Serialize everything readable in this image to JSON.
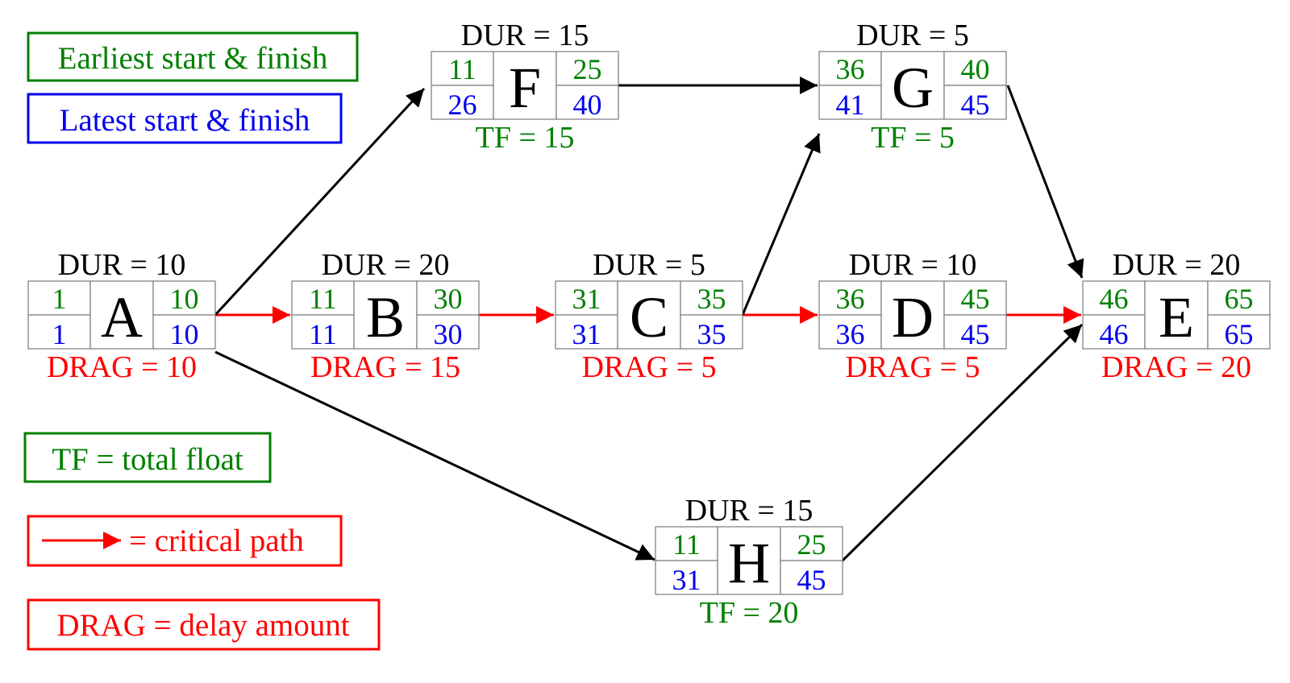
{
  "colors": {
    "early": "#008000",
    "late": "#0000ee",
    "critical": "#ff0000",
    "normal": "#000000"
  },
  "legend": {
    "earliest": "Earliest start & finish",
    "latest": "Latest start & finish",
    "total_float": "TF = total float",
    "critical_path": "= critical path",
    "drag": "DRAG = delay amount"
  },
  "nodes": {
    "A": {
      "label": "A",
      "duration": "DUR = 10",
      "es": "1",
      "ef": "10",
      "ls": "1",
      "lf": "10",
      "note": "DRAG = 10",
      "critical": true
    },
    "B": {
      "label": "B",
      "duration": "DUR = 20",
      "es": "11",
      "ef": "30",
      "ls": "11",
      "lf": "30",
      "note": "DRAG = 15",
      "critical": true
    },
    "C": {
      "label": "C",
      "duration": "DUR = 5",
      "es": "31",
      "ef": "35",
      "ls": "31",
      "lf": "35",
      "note": "DRAG = 5",
      "critical": true
    },
    "D": {
      "label": "D",
      "duration": "DUR = 10",
      "es": "36",
      "ef": "45",
      "ls": "36",
      "lf": "45",
      "note": "DRAG = 5",
      "critical": true
    },
    "E": {
      "label": "E",
      "duration": "DUR = 20",
      "es": "46",
      "ef": "65",
      "ls": "46",
      "lf": "65",
      "note": "DRAG = 20",
      "critical": true
    },
    "F": {
      "label": "F",
      "duration": "DUR = 15",
      "es": "11",
      "ef": "25",
      "ls": "26",
      "lf": "40",
      "note": "TF = 15",
      "critical": false
    },
    "G": {
      "label": "G",
      "duration": "DUR = 5",
      "es": "36",
      "ef": "40",
      "ls": "41",
      "lf": "45",
      "note": "TF = 5",
      "critical": false
    },
    "H": {
      "label": "H",
      "duration": "DUR = 15",
      "es": "11",
      "ef": "25",
      "ls": "31",
      "lf": "45",
      "note": "TF = 20",
      "critical": false
    }
  },
  "edges": [
    {
      "from": "A",
      "to": "B",
      "critical": true
    },
    {
      "from": "B",
      "to": "C",
      "critical": true
    },
    {
      "from": "C",
      "to": "D",
      "critical": true
    },
    {
      "from": "D",
      "to": "E",
      "critical": true
    },
    {
      "from": "A",
      "to": "F",
      "critical": false
    },
    {
      "from": "F",
      "to": "G",
      "critical": false
    },
    {
      "from": "C",
      "to": "G",
      "critical": false
    },
    {
      "from": "G",
      "to": "E",
      "critical": false
    },
    {
      "from": "A",
      "to": "H",
      "critical": false
    },
    {
      "from": "H",
      "to": "E",
      "critical": false
    }
  ]
}
